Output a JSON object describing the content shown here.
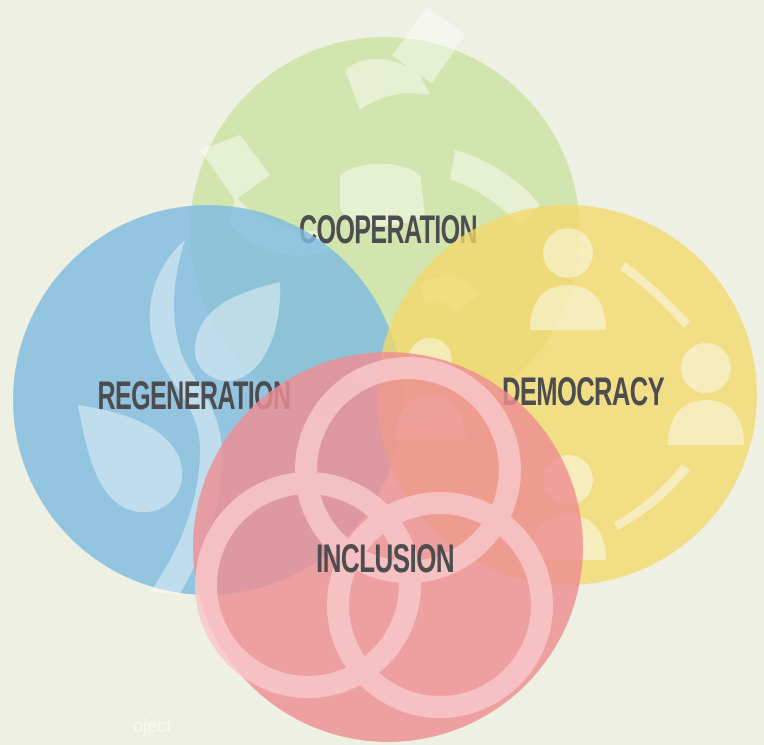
{
  "diagram": {
    "circles": [
      {
        "id": "cooperation",
        "label": "COOPERATION",
        "color": "#c9e19a",
        "icon": "hands-icon"
      },
      {
        "id": "regeneration",
        "label": "REGENERATION",
        "color": "#7fbbe0",
        "icon": "water-drops-icon"
      },
      {
        "id": "democracy",
        "label": "DEMOCRACY",
        "color": "#f3d969",
        "icon": "people-circle-icon"
      },
      {
        "id": "inclusion",
        "label": "INCLUSION",
        "color": "#ee8e93",
        "icon": "linked-rings-icon"
      }
    ],
    "background_color": "#edf0e3"
  },
  "watermark": {
    "text": "oject"
  }
}
